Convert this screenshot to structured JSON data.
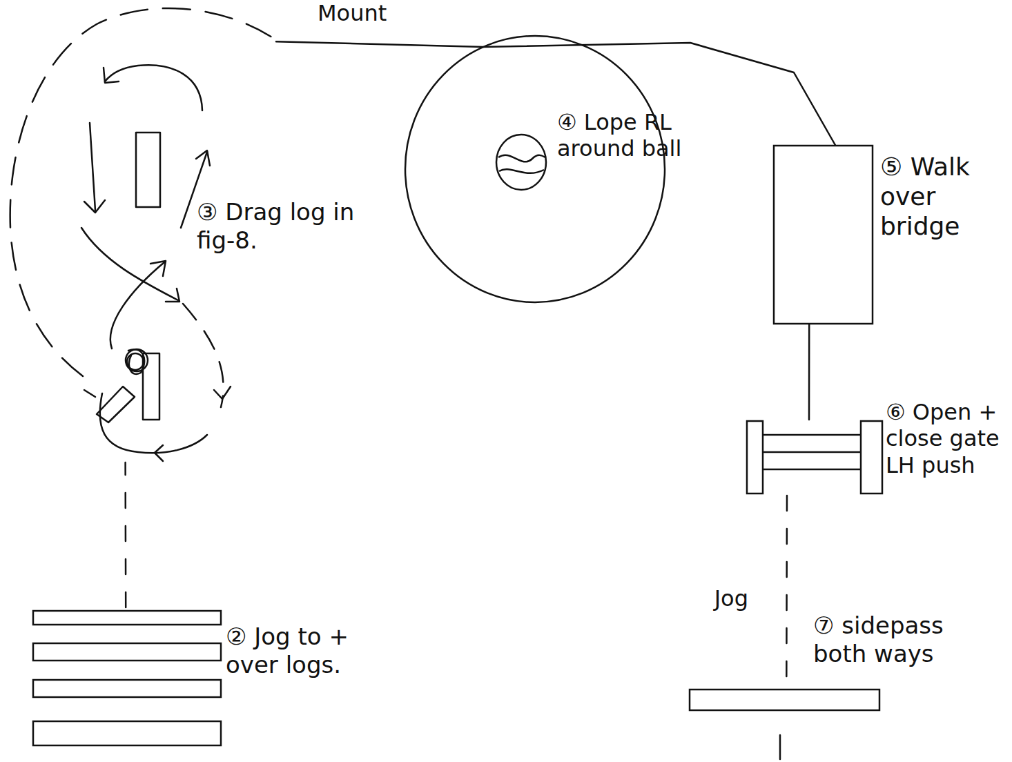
{
  "diagram": {
    "nodes": [
      {
        "text": [
          "② Jog to + over logs."
        ]
      },
      {
        "text": [
          "③ Drag log in fig-8."
        ]
      },
      {
        "text": [
          "④ Lope RL around ball"
        ]
      },
      {
        "text": [
          "⑤ Walk over bridge"
        ]
      },
      {
        "text": [
          "⑥ Open + close gate LH push"
        ]
      },
      {
        "text": [
          "⑦ sidepass both ways"
        ]
      }
    ],
    "edges": [
      {
        "from": 0,
        "to": 1,
        "arrow": "none"
      },
      {
        "from": 1,
        "to": 3,
        "arrow": "none"
      },
      {
        "from": 3,
        "to": 4,
        "arrow": "none"
      },
      {
        "from": 4,
        "to": 5,
        "arrow": "none",
        "label": "Jog"
      }
    ],
    "labels": [
      "Mount"
    ]
  }
}
